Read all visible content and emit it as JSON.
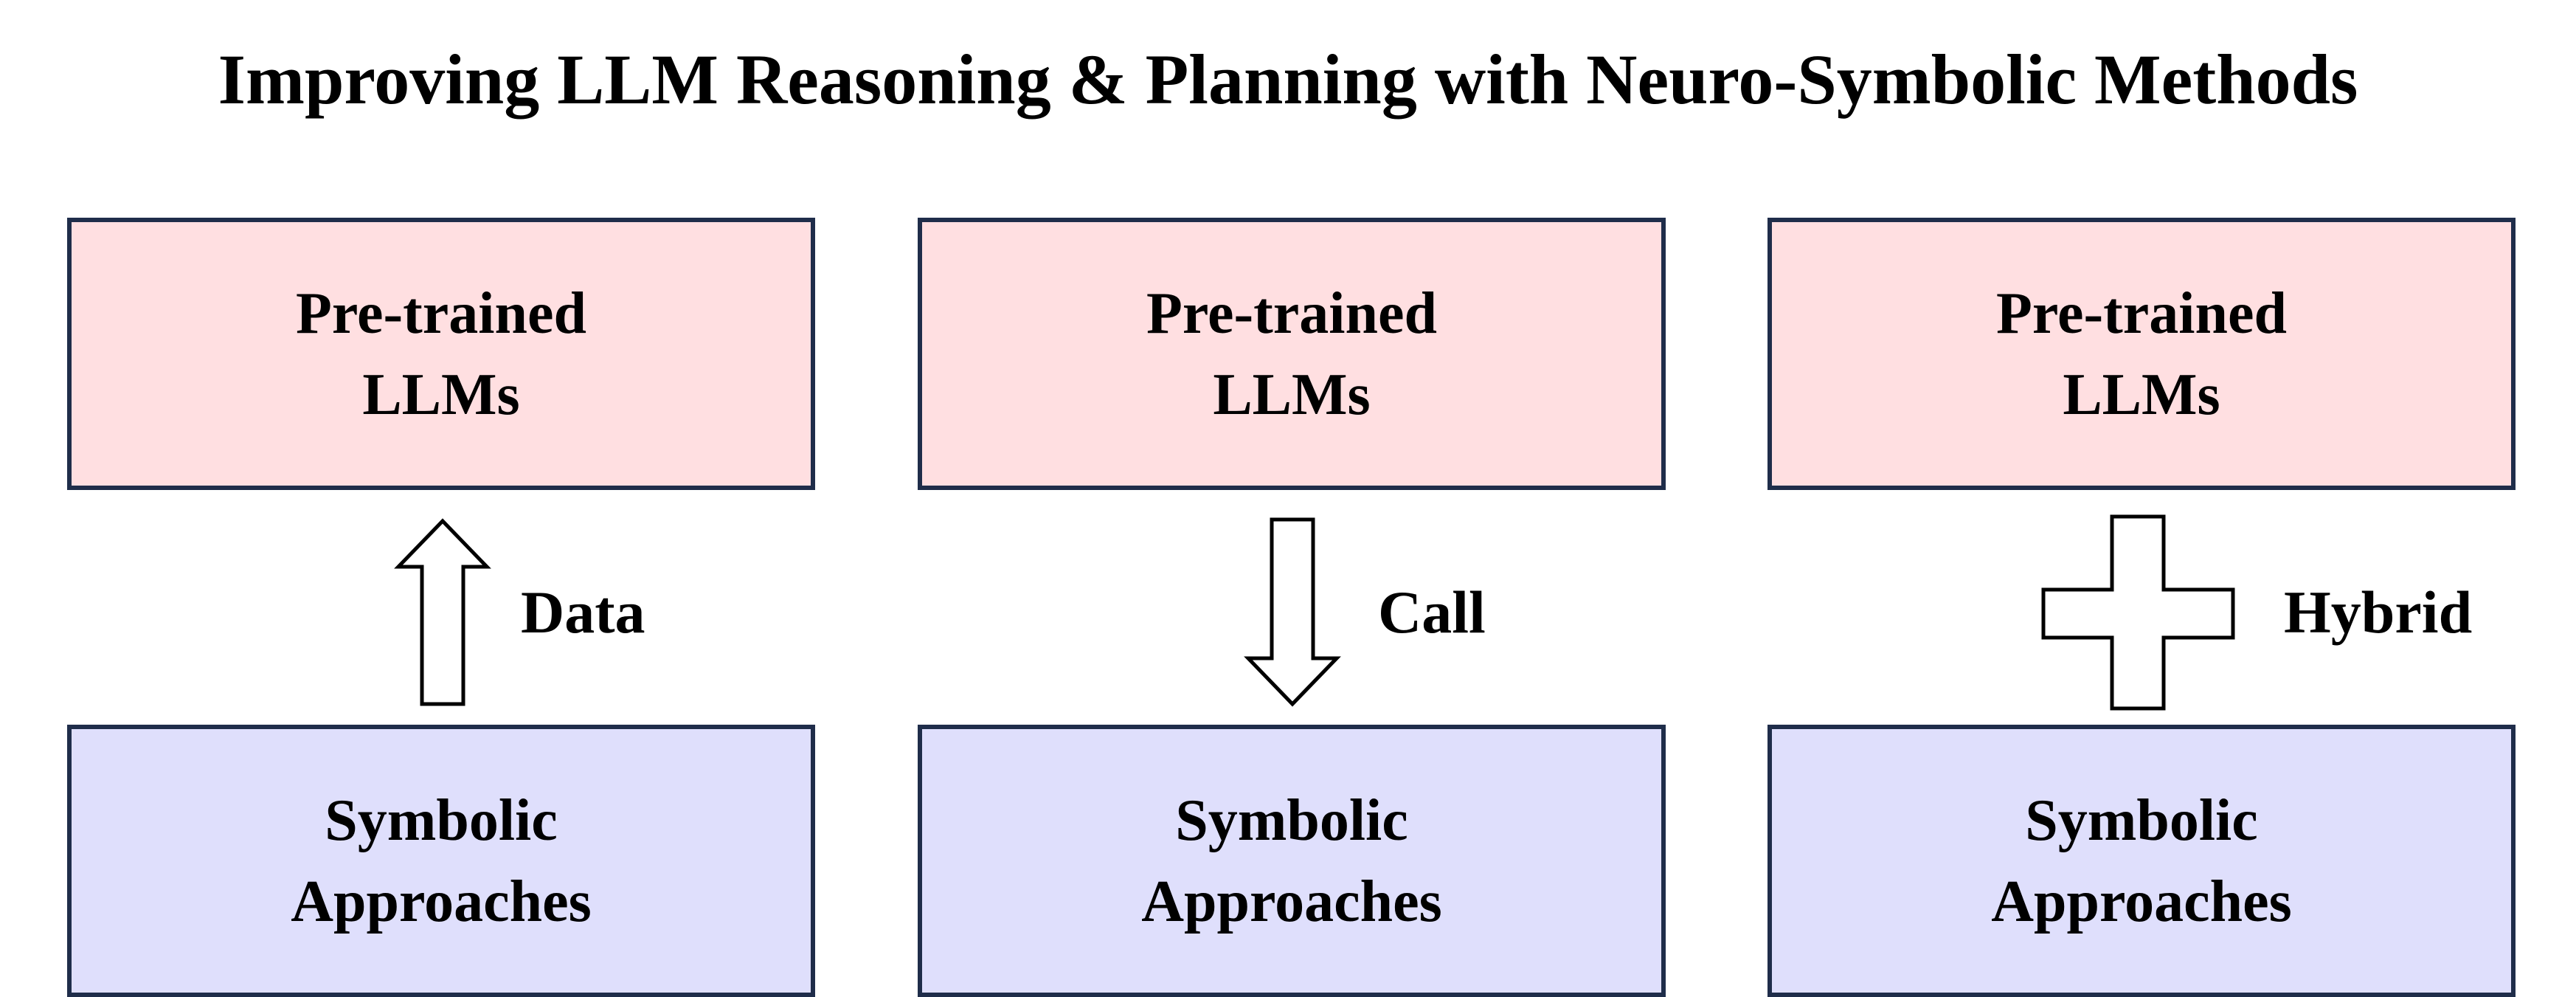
{
  "title": "Improving LLM Reasoning & Planning with Neuro-Symbolic Methods",
  "columns": [
    {
      "top_box": {
        "line1": "Pre-trained",
        "line2": "LLMs"
      },
      "bottom_box": {
        "line1": "Symbolic",
        "line2": "Approaches"
      },
      "connector": {
        "label": "Data",
        "icon": "up-arrow-icon"
      }
    },
    {
      "top_box": {
        "line1": "Pre-trained",
        "line2": "LLMs"
      },
      "bottom_box": {
        "line1": "Symbolic",
        "line2": "Approaches"
      },
      "connector": {
        "label": "Call",
        "icon": "down-arrow-icon"
      }
    },
    {
      "top_box": {
        "line1": "Pre-trained",
        "line2": "LLMs"
      },
      "bottom_box": {
        "line1": "Symbolic",
        "line2": "Approaches"
      },
      "connector": {
        "label": "Hybrid",
        "icon": "plus-icon"
      }
    }
  ],
  "colors": {
    "llm_fill": "#ffdfe1",
    "symbolic_fill": "#dfdffc",
    "border": "#1f2d4a",
    "arrow_stroke": "#000000"
  }
}
